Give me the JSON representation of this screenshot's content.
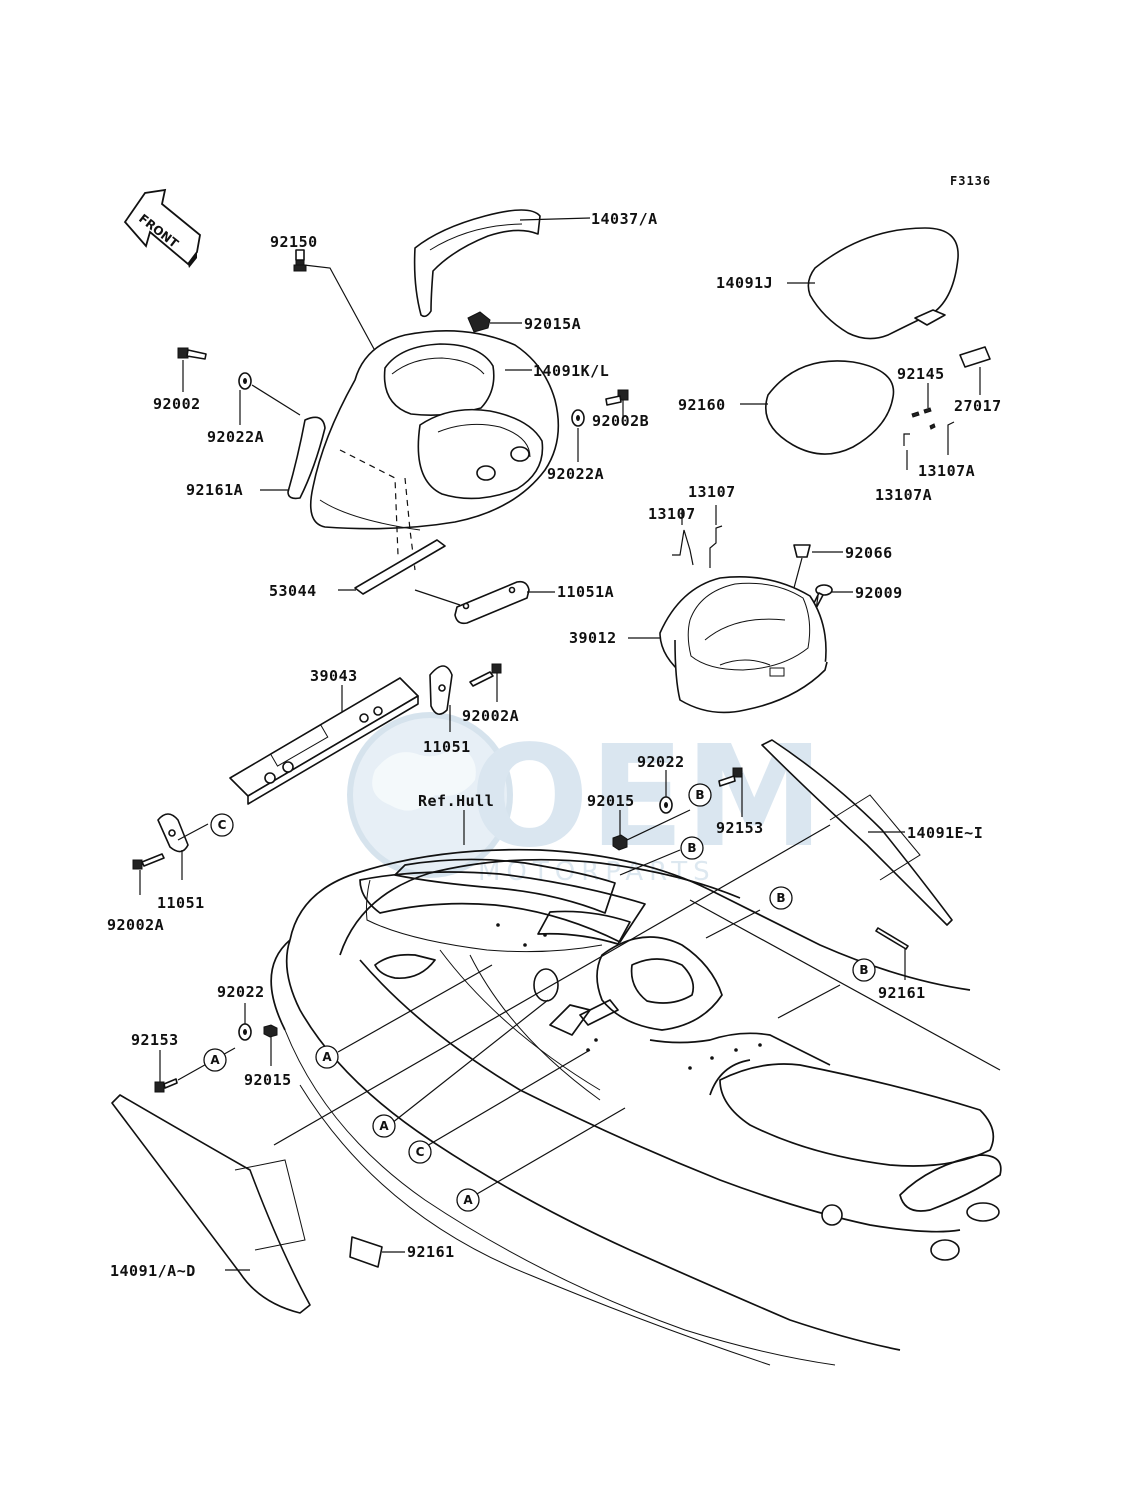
{
  "figure_code": "F3136",
  "front_arrow": "FRONT",
  "reference_label": "Ref.Hull",
  "watermark": {
    "brand": "OEM",
    "sub": "MOTORPARTS"
  },
  "callouts": {
    "p14037A": "14037/A",
    "p92150": "92150",
    "p92015A": "92015A",
    "p14091KL": "14091K/L",
    "p92002": "92002",
    "p92022A_1": "92022A",
    "p92002B": "92002B",
    "p92022A_2": "92022A",
    "p92161A": "92161A",
    "p53044": "53044",
    "p11051A": "11051A",
    "p39043": "39043",
    "p92002A_1": "92002A",
    "p11051_1": "11051",
    "p11051_2": "11051",
    "p92002A_2": "92002A",
    "p14091J": "14091J",
    "p92145": "92145",
    "p27017": "27017",
    "p92160": "92160",
    "p13107A_1": "13107A",
    "p13107A_2": "13107A",
    "p13107_1": "13107",
    "p13107_2": "13107",
    "p92066": "92066",
    "p92009": "92009",
    "p39012": "39012",
    "p92022_1": "92022",
    "p92015_1": "92015",
    "p92153_1": "92153",
    "p14091EI": "14091E~I",
    "p92161_1": "92161",
    "p92022_2": "92022",
    "p92153_2": "92153",
    "p92015_2": "92015",
    "p92161_2": "92161",
    "p14091AD": "14091/A~D"
  },
  "markers": {
    "A": "A",
    "B": "B",
    "C": "C"
  }
}
